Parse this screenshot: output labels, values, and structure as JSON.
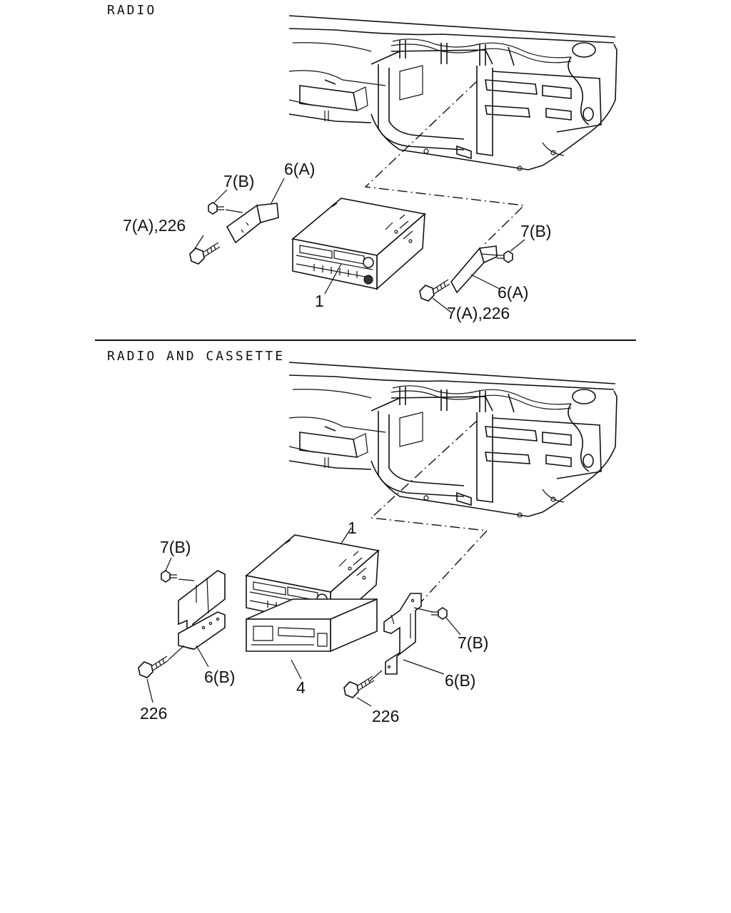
{
  "sections": [
    {
      "title": "RADIO",
      "callouts": {
        "bracket_left": "6(A)",
        "screw_left": "7(B)",
        "bolt_left": "7(A),226",
        "radio": "1",
        "screw_right": "7(B)",
        "bracket_right": "6(A)",
        "bolt_right": "7(A),226"
      }
    },
    {
      "title": "RADIO AND CASSETTE",
      "callouts": {
        "radio": "1",
        "screw_left": "7(B)",
        "bracket_left": "6(B)",
        "bolt_left": "226",
        "cassette": "4",
        "screw_right": "7(B)",
        "bracket_right": "6(B)",
        "bolt_right": "226"
      }
    }
  ]
}
